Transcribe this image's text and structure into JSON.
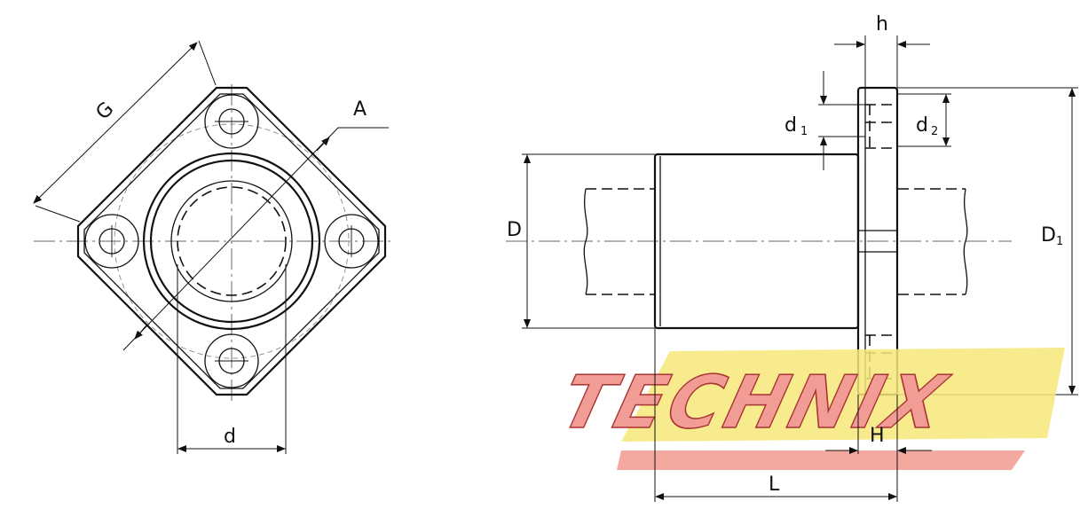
{
  "labels": {
    "G": "G",
    "A": "A",
    "d": "d",
    "h": "h",
    "d1_main": "d",
    "d1_sub": "1",
    "d2_main": "d",
    "d2_sub": "2",
    "D": "D",
    "D1_main": "D",
    "D1_sub": "1",
    "H": "H",
    "L": "L"
  },
  "watermark": {
    "text": "TECHNIX",
    "band_color": "#f6e77a",
    "stripe_color": "#f3a096",
    "text_color": "#f19c95"
  }
}
